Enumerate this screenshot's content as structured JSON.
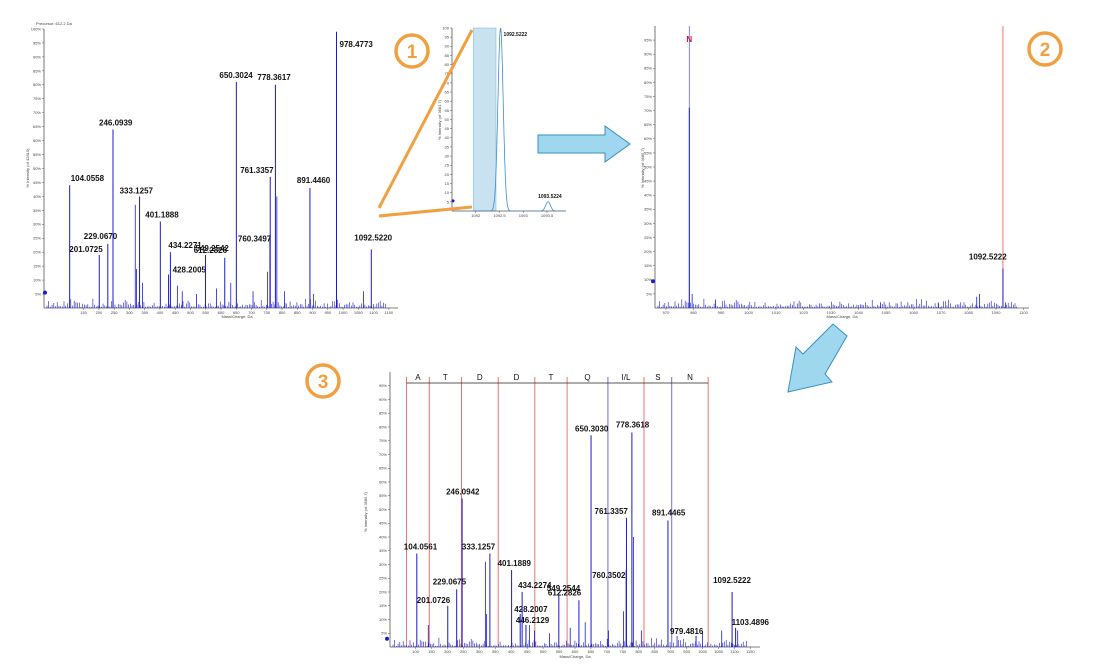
{
  "colors": {
    "peak": "#1a1ad0",
    "axis": "#555555",
    "cut": "#f05050",
    "badge": "#f0a040",
    "arrow_fill": "#9fd8ee",
    "arrow_stroke": "#3a8fc2",
    "zoom_fill": "#c8e2f0"
  },
  "badges": [
    "1",
    "2",
    "3"
  ],
  "chart_data": [
    {
      "id": "p1",
      "type": "bar",
      "corner_text": "Precursor: 612.2 Da",
      "ylabel": "% Intensity (of 42810)",
      "xlabel": "Mass/Charge, Da",
      "xlim": [
        20,
        1180
      ],
      "ylim": [
        0,
        100
      ],
      "x_ticks": [
        150,
        200,
        250,
        300,
        350,
        400,
        450,
        500,
        550,
        600,
        650,
        700,
        750,
        800,
        850,
        900,
        950,
        1000,
        1050,
        1100,
        1150
      ],
      "y_ticks": [
        5,
        10,
        15,
        20,
        25,
        30,
        35,
        40,
        45,
        50,
        55,
        60,
        65,
        70,
        75,
        80,
        85,
        90,
        95,
        100
      ],
      "y_suffix": "%",
      "peaks": [
        {
          "x": 104.0558,
          "y": 44,
          "label": "104.0558"
        },
        {
          "x": 201.0725,
          "y": 19,
          "label": "201.0725"
        },
        {
          "x": 229.067,
          "y": 23,
          "label": "229.0670"
        },
        {
          "x": 246.0939,
          "y": 64,
          "label": "246.0939"
        },
        {
          "x": 333.1257,
          "y": 40,
          "label": "333.1257"
        },
        {
          "x": 401.1888,
          "y": 31,
          "label": "401.1888"
        },
        {
          "x": 428.2005,
          "y": 12,
          "label": "428.2005"
        },
        {
          "x": 434.2271,
          "y": 20,
          "label": "434.2271"
        },
        {
          "x": 549.2542,
          "y": 19,
          "label": "549.2542"
        },
        {
          "x": 612.2826,
          "y": 18,
          "label": "612.2826"
        },
        {
          "x": 650.3024,
          "y": 81,
          "label": "650.3024"
        },
        {
          "x": 760.3497,
          "y": 26,
          "label": "760.3497"
        },
        {
          "x": 761.3357,
          "y": 47,
          "label": "761.3357"
        },
        {
          "x": 778.3617,
          "y": 80,
          "label": "778.3617"
        },
        {
          "x": 891.446,
          "y": 43,
          "label": "891.4460"
        },
        {
          "x": 978.4773,
          "y": 99,
          "label": "978.4773"
        },
        {
          "x": 1092.522,
          "y": 21,
          "label": "1092.5220"
        }
      ],
      "minor": [
        [
          319,
          37
        ],
        [
          323,
          14
        ],
        [
          343,
          9
        ],
        [
          457,
          8
        ],
        [
          473,
          6
        ],
        [
          520,
          5
        ],
        [
          585,
          7
        ],
        [
          632,
          9
        ],
        [
          705,
          6
        ],
        [
          752,
          13
        ],
        [
          783,
          40
        ],
        [
          808,
          6
        ],
        [
          903,
          5
        ],
        [
          1067,
          6
        ]
      ]
    },
    {
      "id": "inset",
      "type": "line",
      "ylabel": "% Intensity (of 3681.7)",
      "xlim": [
        1091.5,
        1093.9
      ],
      "ylim": [
        0,
        100
      ],
      "x_ticks": [
        1092.0,
        1092.5,
        1093.0,
        1093.5
      ],
      "y_ticks": [
        5,
        10,
        15,
        20,
        25,
        30,
        35,
        40,
        45,
        50,
        55,
        60,
        65,
        70,
        75,
        80,
        85,
        90,
        95,
        100
      ],
      "highlight": [
        1091.95,
        1092.3
      ],
      "peaks": [
        {
          "x": 1092.5222,
          "y": 100,
          "label": "1092.5222"
        },
        {
          "x": 1093.5224,
          "y": 5,
          "label": "1093.5224"
        }
      ]
    },
    {
      "id": "p2",
      "type": "bar",
      "ylabel": "% Intensity (of 3585.7)",
      "xlabel": "Mass/Charge, Da",
      "xlim": [
        966,
        1102
      ],
      "ylim": [
        0,
        100
      ],
      "x_ticks": [
        970,
        980,
        990,
        1000,
        1010,
        1020,
        1030,
        1040,
        1050,
        1060,
        1070,
        1080,
        1090,
        1100
      ],
      "y_ticks": [
        5,
        10,
        15,
        20,
        25,
        30,
        35,
        40,
        45,
        50,
        55,
        60,
        65,
        70,
        75,
        80,
        85,
        90,
        95
      ],
      "y_suffix": "%",
      "n_label": "N",
      "n_label_x": 978.4773,
      "cuts": [
        1092.5222
      ],
      "peaks": [
        {
          "x": 978.4773,
          "y": 71,
          "label": ""
        },
        {
          "x": 1092.5222,
          "y": 14,
          "label": "1092.5222"
        }
      ],
      "minor": [
        [
          979.5,
          5
        ],
        [
          988,
          3
        ],
        [
          1048,
          2
        ],
        [
          1069,
          2
        ],
        [
          1083,
          4
        ],
        [
          1084,
          5
        ],
        [
          1093.5,
          2
        ]
      ]
    },
    {
      "id": "p3",
      "type": "bar",
      "ylabel": "% Intensity (of 3585.7)",
      "xlabel": "Mass/Charge, Da",
      "xlim": [
        20,
        1180
      ],
      "ylim": [
        0,
        100
      ],
      "x_ticks": [
        100,
        150,
        200,
        250,
        300,
        350,
        400,
        450,
        500,
        550,
        600,
        650,
        700,
        750,
        800,
        850,
        900,
        950,
        1000,
        1050,
        1100,
        1150
      ],
      "y_ticks": [
        5,
        10,
        15,
        20,
        25,
        30,
        35,
        40,
        45,
        50,
        55,
        60,
        65,
        70,
        75,
        80,
        85,
        90,
        95
      ],
      "y_suffix": "%",
      "cuts": [
        72.0,
        143.05,
        244.1,
        359.13,
        474.15,
        575.2,
        703.26,
        816.34,
        903.38,
        1017.42
      ],
      "sequence": [
        "A",
        "T",
        "D",
        "D",
        "T",
        "Q",
        "I/L",
        "S",
        "N"
      ],
      "peaks": [
        {
          "x": 104.0561,
          "y": 34,
          "label": "104.0561"
        },
        {
          "x": 201.0726,
          "y": 15,
          "label": "201.0726"
        },
        {
          "x": 229.0675,
          "y": 21,
          "label": "229.0675"
        },
        {
          "x": 246.0942,
          "y": 54,
          "label": "246.0942"
        },
        {
          "x": 333.1257,
          "y": 34,
          "label": "333.1257"
        },
        {
          "x": 401.1889,
          "y": 28,
          "label": "401.1889"
        },
        {
          "x": 428.2007,
          "y": 12,
          "label": "428.2007"
        },
        {
          "x": 434.2274,
          "y": 20,
          "label": "434.2274"
        },
        {
          "x": 446.2129,
          "y": 8,
          "label": "446.2129"
        },
        {
          "x": 549.2544,
          "y": 19,
          "label": "549.2544"
        },
        {
          "x": 612.2826,
          "y": 17,
          "label": "612.2826"
        },
        {
          "x": 650.303,
          "y": 77,
          "label": "650.3030"
        },
        {
          "x": 760.3502,
          "y": 28,
          "label": "760.3502"
        },
        {
          "x": 761.3357,
          "y": 47,
          "label": "761.3357"
        },
        {
          "x": 778.3618,
          "y": 78,
          "label": "778.3618"
        },
        {
          "x": 891.4465,
          "y": 46,
          "label": "891.4465"
        },
        {
          "x": 979.4816,
          "y": 4,
          "label": "979.4816"
        },
        {
          "x": 1092.5222,
          "y": 20,
          "label": "1092.5222"
        },
        {
          "x": 1103.4896,
          "y": 7,
          "label": "1103.4896"
        }
      ],
      "minor": [
        [
          140,
          8
        ],
        [
          319,
          31
        ],
        [
          323,
          12
        ],
        [
          457,
          8
        ],
        [
          473,
          6
        ],
        [
          520,
          5
        ],
        [
          585,
          7
        ],
        [
          632,
          9
        ],
        [
          705,
          6
        ],
        [
          752,
          13
        ],
        [
          783,
          40
        ],
        [
          808,
          6
        ],
        [
          920,
          4
        ],
        [
          1000,
          5
        ],
        [
          1060,
          6
        ],
        [
          1110,
          6
        ]
      ]
    }
  ]
}
